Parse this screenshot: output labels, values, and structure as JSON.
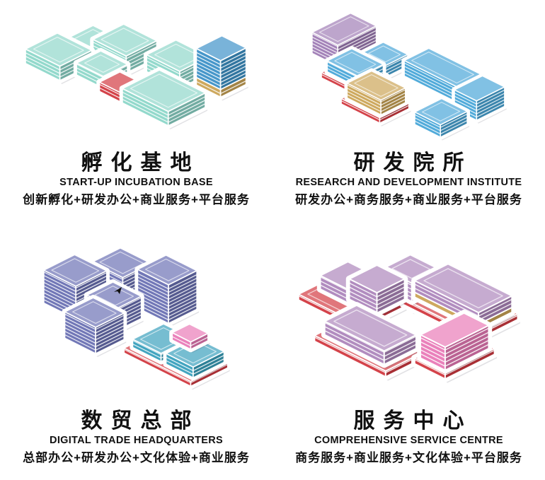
{
  "colors": {
    "background": "#ffffff",
    "text": "#111111",
    "mint": "#8FD7CA",
    "sky": "#3F93C8",
    "blue": "#4BA7D8",
    "purple": "#A07EB6",
    "indigo": "#6C72B4",
    "teal": "#3BA1BD",
    "mauve": "#AE87BC",
    "pink": "#E97CB8",
    "red": "#D23B42",
    "gold": "#CCA558"
  },
  "artifacts": {
    "cursor_icon": "mouse-cursor"
  },
  "quadrants": [
    {
      "id": "incubation-base",
      "title_cn": "孵化基地",
      "title_en": "START-UP INCUBATION BASE",
      "functions": "创新孵化+研发办公+商业服务+平台服务"
    },
    {
      "id": "rd-institute",
      "title_cn": "研发院所",
      "title_en": "RESEARCH AND DEVELOPMENT INSTITUTE",
      "functions": "研发办公+商务服务+商业服务+平台服务"
    },
    {
      "id": "digital-trade-hq",
      "title_cn": "数贸总部",
      "title_en": "DIGITAL TRADE HEADQUARTERS",
      "functions": "总部办公+研发办公+文化体验+商业服务"
    },
    {
      "id": "service-centre",
      "title_cn": "服务中心",
      "title_en": "COMPREHENSIVE SERVICE CENTRE",
      "functions": "商务服务+商业服务+文化体验+平台服务"
    }
  ]
}
